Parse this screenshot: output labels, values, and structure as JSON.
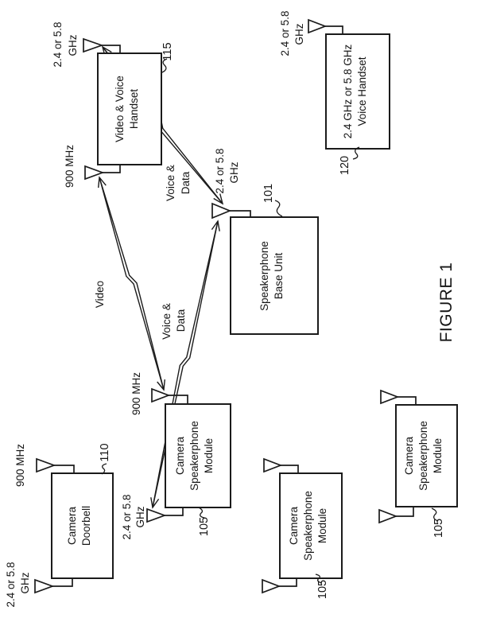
{
  "figure_caption": "FIGURE 1",
  "boxes": {
    "video_voice_handset": {
      "line1": "Video & Voice",
      "line2": "Handset",
      "ref": "115"
    },
    "voice_handset": {
      "line1": "2.4 GHz or 5.8 GHz",
      "line2": "Voice Handset",
      "ref": "120"
    },
    "speakerphone_base_unit": {
      "line1": "Speakerphone",
      "line2": "Base Unit",
      "ref": "101"
    },
    "camera_doorbell": {
      "line1": "Camera",
      "line2": "Doorbell",
      "ref": "110"
    },
    "camera_speakerphone_module_1": {
      "line1": "Camera",
      "line2": "Speakerphone",
      "line3": "Module",
      "ref": "105"
    },
    "camera_speakerphone_module_2": {
      "line1": "Camera",
      "line2": "Speakerphone",
      "line3": "Module",
      "ref": "105"
    },
    "camera_speakerphone_module_3": {
      "line1": "Camera",
      "line2": "Speakerphone",
      "line3": "Module",
      "ref": "105"
    }
  },
  "frequency_labels": {
    "handset_top": {
      "line1": "2.4 or 5.8",
      "line2": "GHz"
    },
    "handset_bottom": "900 MHz",
    "voice_handset": {
      "line1": "2.4 or 5.8",
      "line2": "GHz"
    },
    "base_unit": {
      "line1": "2.4 or 5.8",
      "line2": "GHz"
    },
    "doorbell_top": "900 MHz",
    "doorbell_bottom": {
      "line1": "2.4 or 5.8",
      "line2": "GHz"
    },
    "module_top": "900 MHz",
    "module_bottom": {
      "line1": "2.4 or 5.8",
      "line2": "GHz"
    }
  },
  "link_labels": {
    "video": "Video",
    "voice_data_upper": {
      "line1": "Voice &",
      "line2": "Data"
    },
    "voice_data_lower": {
      "line1": "Voice &",
      "line2": "Data"
    }
  }
}
